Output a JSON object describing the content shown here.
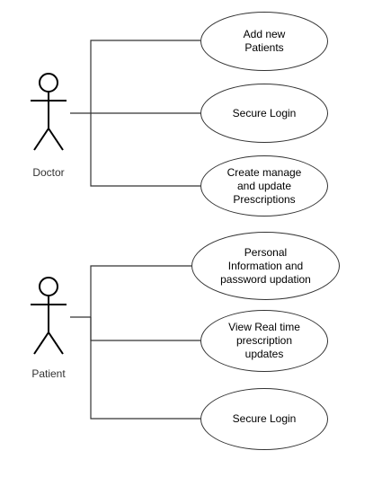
{
  "actors": [
    {
      "label": "Doctor",
      "use_cases": [
        "Add new\nPatients",
        "Secure Login",
        "Create manage\nand update\nPrescriptions"
      ]
    },
    {
      "label": "Patient",
      "use_cases": [
        "Personal\nInformation and\npassword updation",
        "View Real time\nprescription\nupdates",
        "Secure Login"
      ]
    }
  ],
  "colors": {
    "stroke": "#333333",
    "background": "#ffffff",
    "text": "#000000"
  }
}
